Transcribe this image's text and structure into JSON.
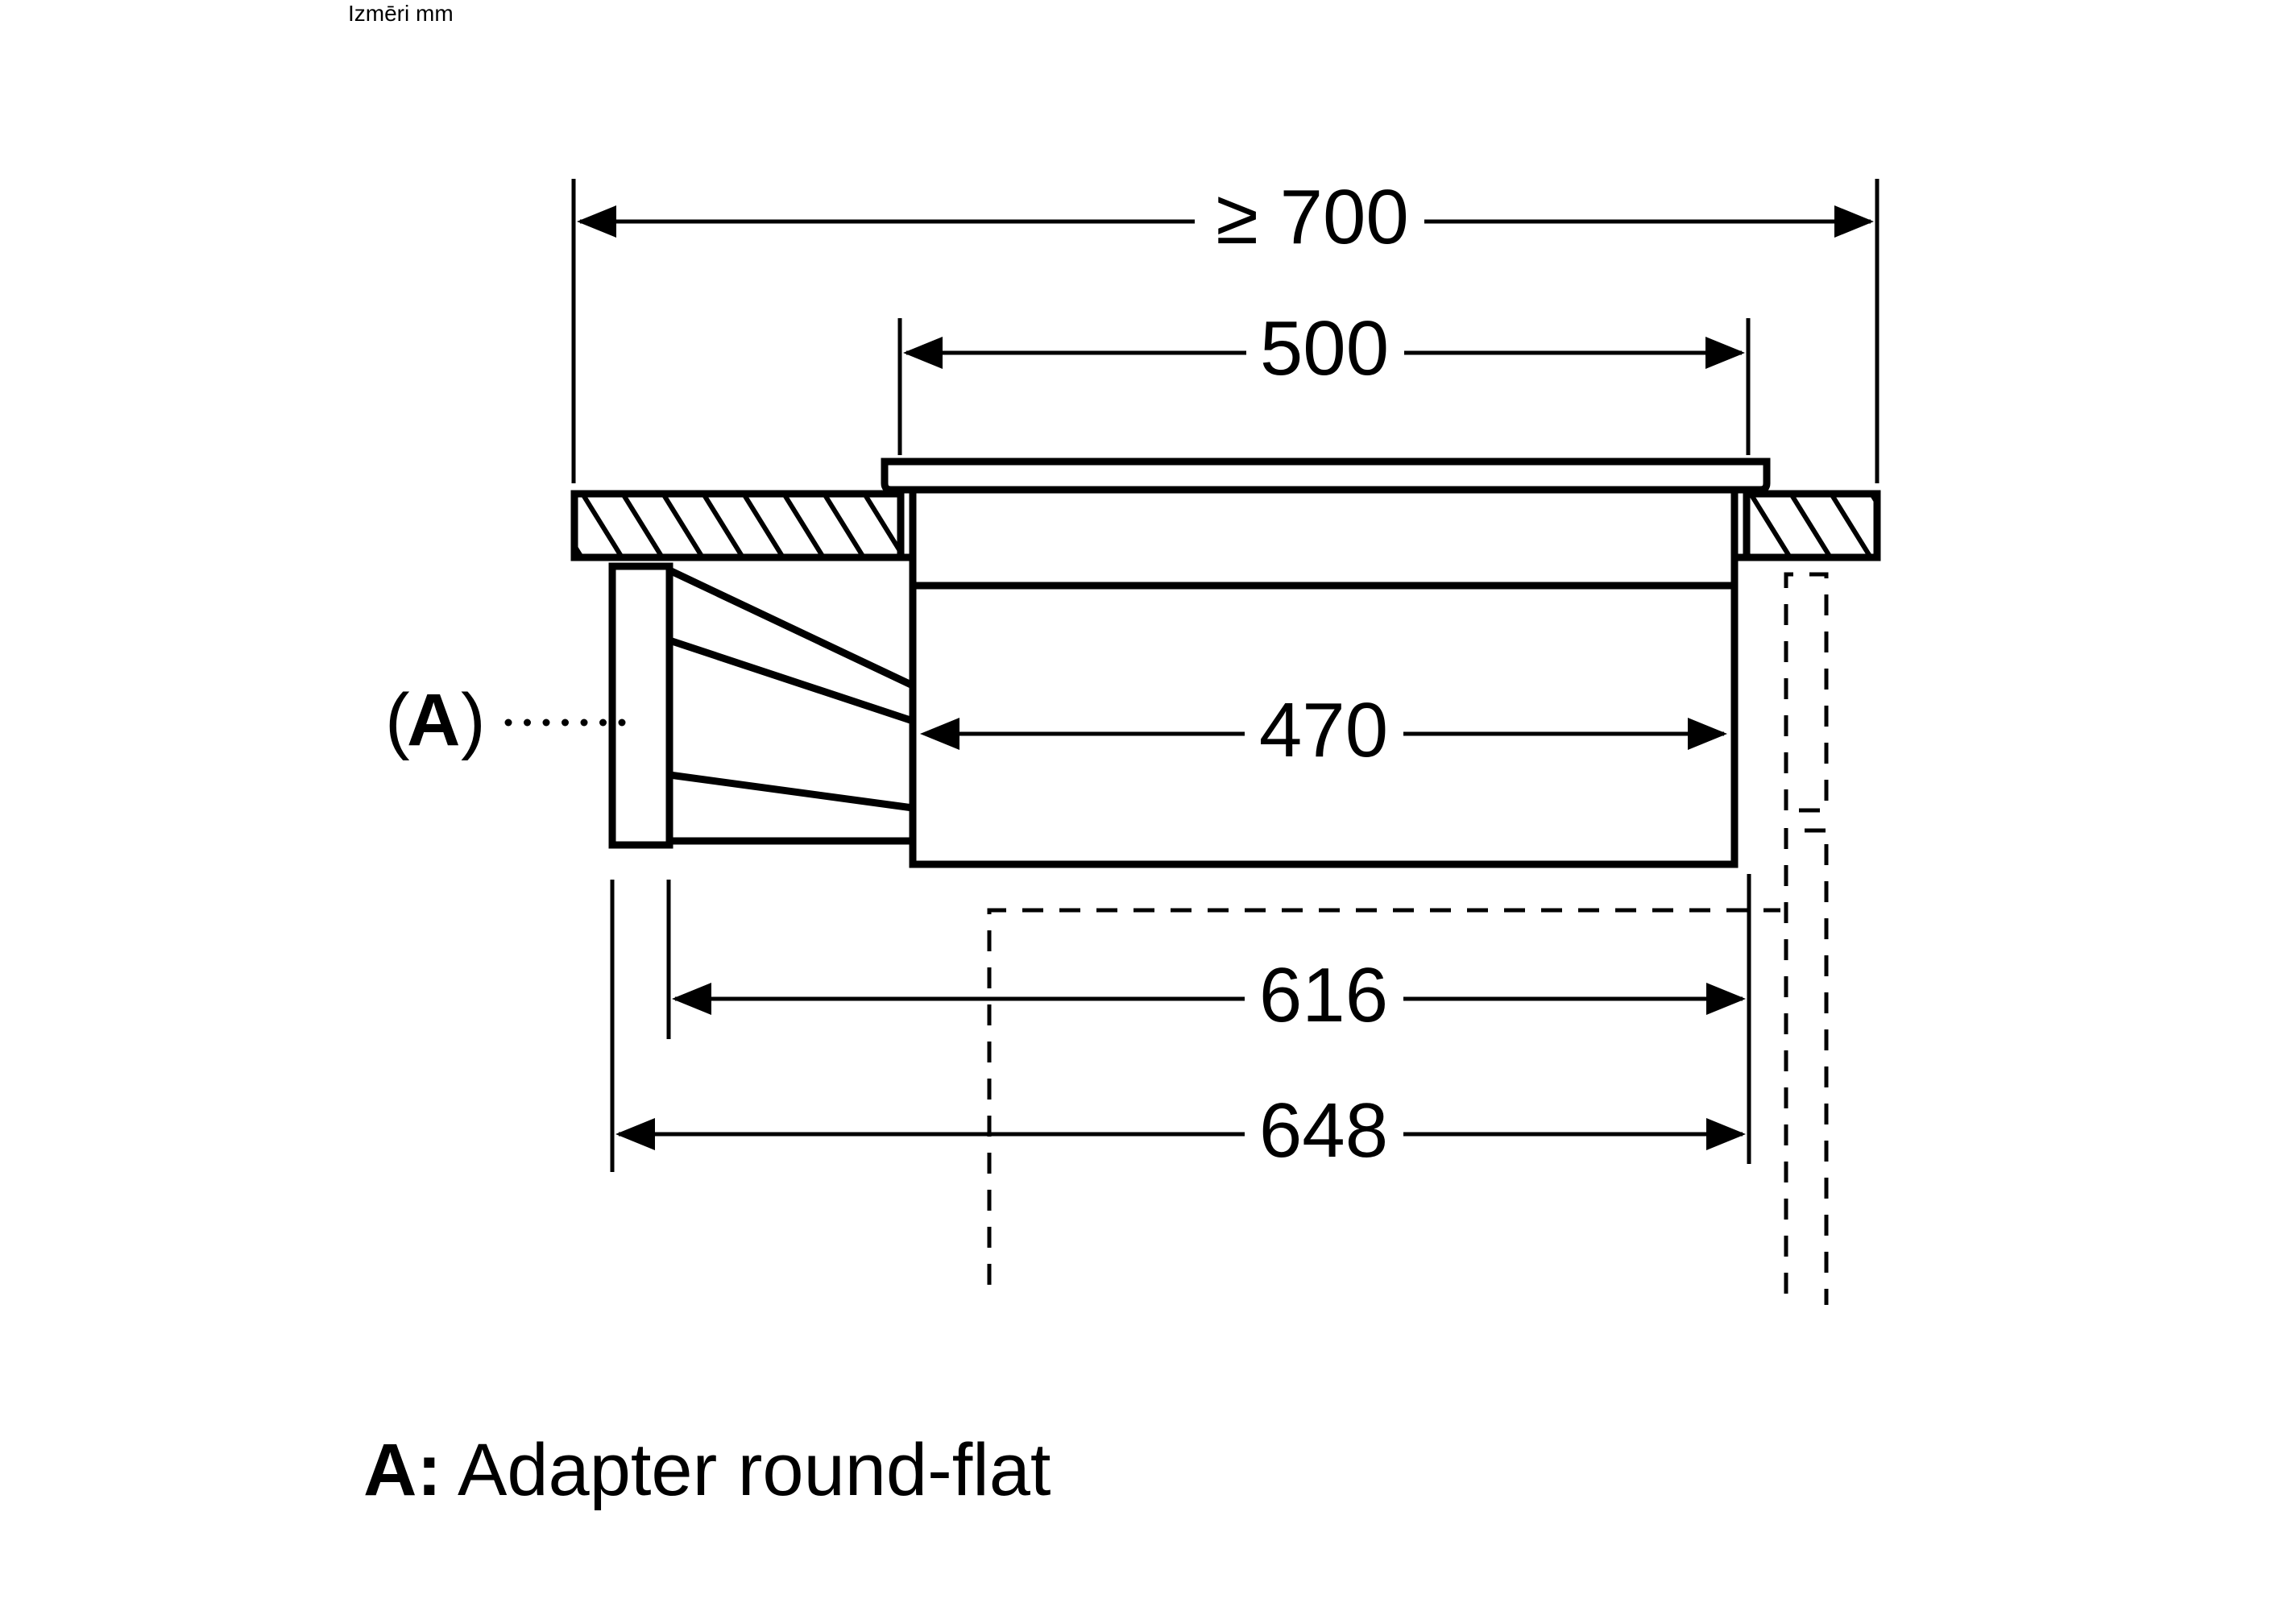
{
  "header": {
    "units_label": "Izmēri mm"
  },
  "dimensions": {
    "overall_min_width": {
      "prefix": "≥",
      "value": "700",
      "text": "≥ 700"
    },
    "cooktop_width": {
      "value": "500",
      "text": "500"
    },
    "unit_width": {
      "value": "470",
      "text": "470"
    },
    "depth_without_flange": {
      "value": "616",
      "text": "616"
    },
    "depth_with_flange": {
      "value": "648",
      "text": "648"
    }
  },
  "callouts": {
    "adapter_marker": {
      "open": "(",
      "letter": "A",
      "close": ")"
    }
  },
  "legend": {
    "key": "A:",
    "description": "Adapter round-flat"
  },
  "colors": {
    "line": "#000000",
    "background": "#ffffff"
  }
}
